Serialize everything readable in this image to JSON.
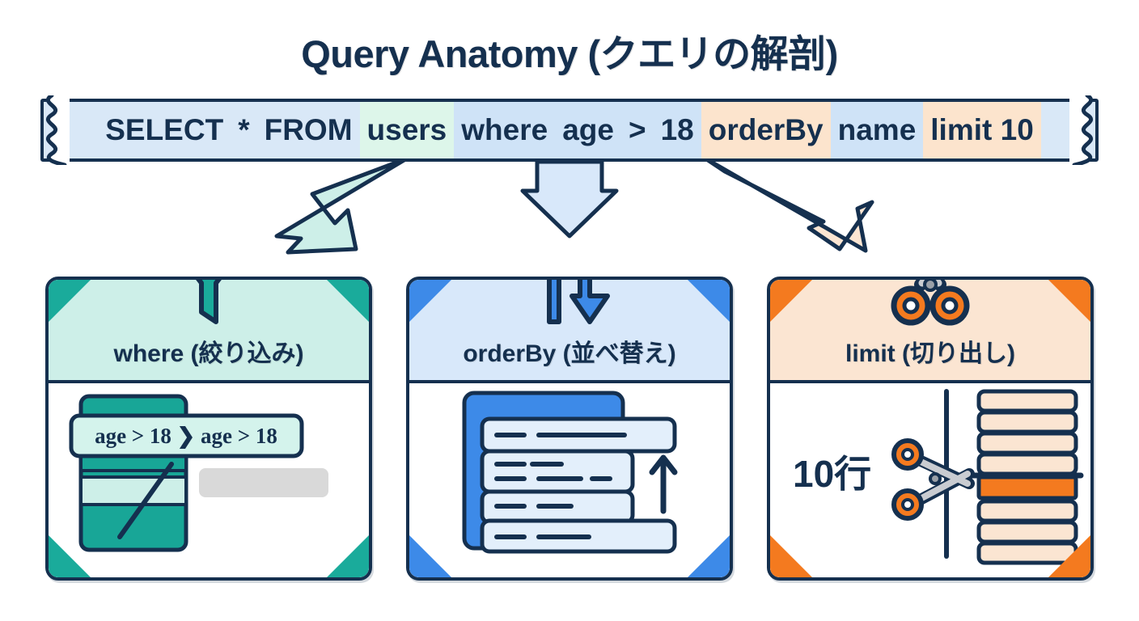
{
  "page": {
    "title": "Query Anatomy (クエリの解剖)",
    "background": "#ffffff",
    "ink": "#15304f"
  },
  "query_banner": {
    "name": "query-ribbon",
    "tokens": [
      {
        "text": "SELECT",
        "highlight": "none"
      },
      {
        "text": "*",
        "highlight": "none"
      },
      {
        "text": "FROM",
        "highlight": "none"
      },
      {
        "text": "users",
        "highlight": "green"
      },
      {
        "text": "where",
        "highlight": "blue"
      },
      {
        "text": "age",
        "highlight": "blue"
      },
      {
        "text": ">",
        "highlight": "blue"
      },
      {
        "text": "18",
        "highlight": "blue"
      },
      {
        "text": "orderBy",
        "highlight": "peach"
      },
      {
        "text": "name",
        "highlight": "blue"
      },
      {
        "text": "limit 10",
        "highlight": "peach"
      }
    ],
    "highlight_colors": {
      "green": "#ddf6ea",
      "peach": "#fce4cd",
      "blue": "#cfe3f7",
      "base": "#d9e8f7"
    }
  },
  "connectors": [
    {
      "name": "arrow-to-where",
      "style": "diagonal-down-left",
      "fill": "#cdefe8"
    },
    {
      "name": "arrow-to-orderby",
      "style": "straight-down",
      "fill": "#d8e8fa"
    },
    {
      "name": "arrow-to-limit",
      "style": "diagonal-down-right",
      "fill": "#fbe5d2"
    }
  ],
  "cards": [
    {
      "id": "where",
      "title": "where (絞り込み)",
      "icon": "funnel-icon",
      "accent": "#1aab9b",
      "header_bg": "#cdefe8",
      "illustration": {
        "name": "filter-rows-illustration",
        "pill_label": "age > 18 ❯ age > 18",
        "rows": 5,
        "excluded_bar": true
      }
    },
    {
      "id": "orderby",
      "title": "orderBy (並べ替え)",
      "icon": "sort-arrows-icon",
      "accent": "#3d8ae8",
      "header_bg": "#d8e8fa",
      "illustration": {
        "name": "stacked-cards-illustration",
        "panels": 4,
        "direction_arrow": "up"
      }
    },
    {
      "id": "limit",
      "title": "limit (切り出し)",
      "icon": "scissors-icon",
      "accent": "#f47a1f",
      "header_bg": "#fbe5d2",
      "illustration": {
        "name": "cut-rows-illustration",
        "count_label": "10行",
        "rows": 9,
        "cut_after_row": 4
      }
    }
  ]
}
